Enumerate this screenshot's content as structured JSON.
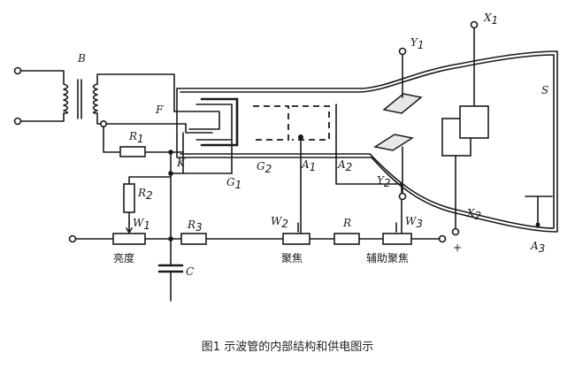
{
  "labels": {
    "transformer": "B",
    "filament": "F",
    "cathode": "K",
    "control_grid": "G",
    "control_grid_sub": "1",
    "second_grid": "G",
    "second_grid_sub": "2",
    "first_anode": "A",
    "first_anode_sub": "1",
    "second_anode": "A",
    "second_anode_sub": "2",
    "y_plate_top": "Y",
    "y_plate_top_sub": "1",
    "y_plate_bottom": "Y",
    "y_plate_bottom_sub": "2",
    "x_plate_top": "X",
    "x_plate_top_sub": "1",
    "x_plate_bottom": "X",
    "x_plate_bottom_sub": "2",
    "screen": "S",
    "third_anode": "A",
    "third_anode_sub": "3",
    "r1": "R",
    "r1_sub": "1",
    "r2": "R",
    "r2_sub": "2",
    "r3": "R",
    "r3_sub": "3",
    "r_series": "R",
    "w1": "W",
    "w1_sub": "1",
    "w2": "W",
    "w2_sub": "2",
    "w3": "W",
    "w3_sub": "3",
    "capacitor": "C",
    "plus": "+"
  },
  "controls": {
    "brightness": "亮度",
    "focus": "聚焦",
    "aux_focus": "辅助聚焦"
  },
  "caption": "图1  示波管的内部结构和供电图示"
}
